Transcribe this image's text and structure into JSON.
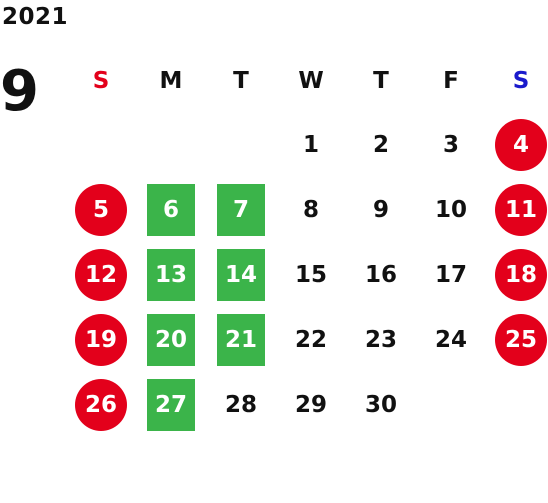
{
  "calendar": {
    "year": "2021",
    "month": "9",
    "weekdays": [
      "S",
      "M",
      "T",
      "W",
      "T",
      "F",
      "S"
    ],
    "colors": {
      "holiday": "#e3001b",
      "special": "#3bb44a",
      "sunday_header": "#e3001b",
      "saturday_header": "#1a1acc"
    },
    "weeks": [
      [
        {
          "day": "",
          "type": "empty"
        },
        {
          "day": "",
          "type": "empty"
        },
        {
          "day": "",
          "type": "empty"
        },
        {
          "day": "1",
          "type": "normal"
        },
        {
          "day": "2",
          "type": "normal"
        },
        {
          "day": "3",
          "type": "normal"
        },
        {
          "day": "4",
          "type": "holiday"
        }
      ],
      [
        {
          "day": "5",
          "type": "holiday"
        },
        {
          "day": "6",
          "type": "special"
        },
        {
          "day": "7",
          "type": "special"
        },
        {
          "day": "8",
          "type": "normal"
        },
        {
          "day": "9",
          "type": "normal"
        },
        {
          "day": "10",
          "type": "normal"
        },
        {
          "day": "11",
          "type": "holiday"
        }
      ],
      [
        {
          "day": "12",
          "type": "holiday"
        },
        {
          "day": "13",
          "type": "special"
        },
        {
          "day": "14",
          "type": "special"
        },
        {
          "day": "15",
          "type": "normal"
        },
        {
          "day": "16",
          "type": "normal"
        },
        {
          "day": "17",
          "type": "normal"
        },
        {
          "day": "18",
          "type": "holiday"
        }
      ],
      [
        {
          "day": "19",
          "type": "holiday"
        },
        {
          "day": "20",
          "type": "special"
        },
        {
          "day": "21",
          "type": "special"
        },
        {
          "day": "22",
          "type": "normal"
        },
        {
          "day": "23",
          "type": "normal"
        },
        {
          "day": "24",
          "type": "normal"
        },
        {
          "day": "25",
          "type": "holiday"
        }
      ],
      [
        {
          "day": "26",
          "type": "holiday"
        },
        {
          "day": "27",
          "type": "special"
        },
        {
          "day": "28",
          "type": "normal"
        },
        {
          "day": "29",
          "type": "normal"
        },
        {
          "day": "30",
          "type": "normal"
        },
        {
          "day": "",
          "type": "empty"
        },
        {
          "day": "",
          "type": "empty"
        }
      ]
    ]
  }
}
